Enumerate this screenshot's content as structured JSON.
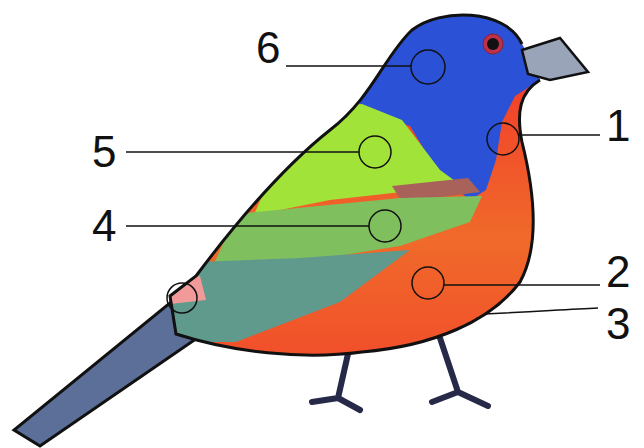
{
  "diagram": {
    "labels": [
      "6",
      "5",
      "1",
      "4",
      "2",
      "3"
    ]
  }
}
